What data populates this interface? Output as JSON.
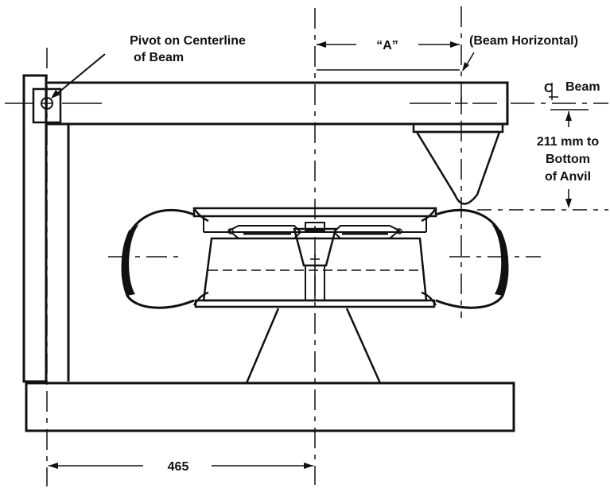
{
  "labels": {
    "pivot_line1": "Pivot on Centerline",
    "pivot_line2": "of Beam",
    "dim_a": "“A”",
    "beam_horizontal": "(Beam Horizontal)",
    "cl_symbol": "C",
    "cl_beam": "Beam",
    "anvil_line1": "211 mm to",
    "anvil_line2": "Bottom",
    "anvil_line3": "of Anvil",
    "dim_465": "465"
  },
  "colors": {
    "ink": "#111111",
    "background": "#ffffff"
  }
}
